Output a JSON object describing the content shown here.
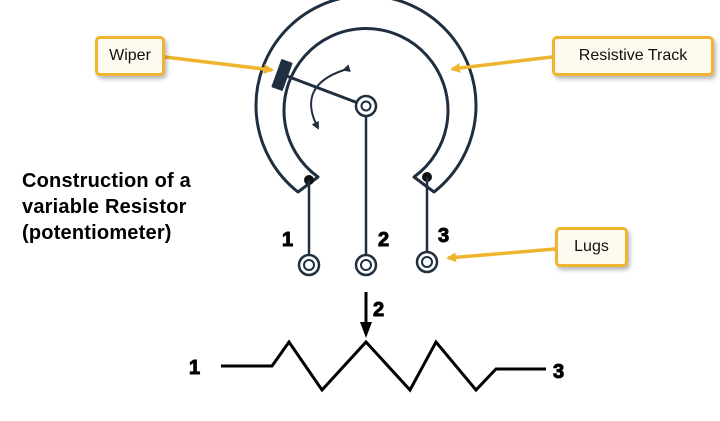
{
  "labels": {
    "wiper": "Wiper",
    "resistive_track": "Resistive Track",
    "lugs": "Lugs"
  },
  "heading": {
    "line1": "Construction of a",
    "line2": "variable Resistor",
    "line3": "(potentiometer)"
  },
  "terminals": {
    "lug1": "1",
    "lug2": "2",
    "lug3": "3"
  },
  "symbol": {
    "terminal1": "1",
    "terminal2": "2",
    "terminal3": "3"
  },
  "colors": {
    "callout_border": "#f0b52f",
    "callout_fill": "#fffaf0",
    "arrow": "#f0b52f",
    "line": "#1f2f3f",
    "symbol": "#000000"
  }
}
